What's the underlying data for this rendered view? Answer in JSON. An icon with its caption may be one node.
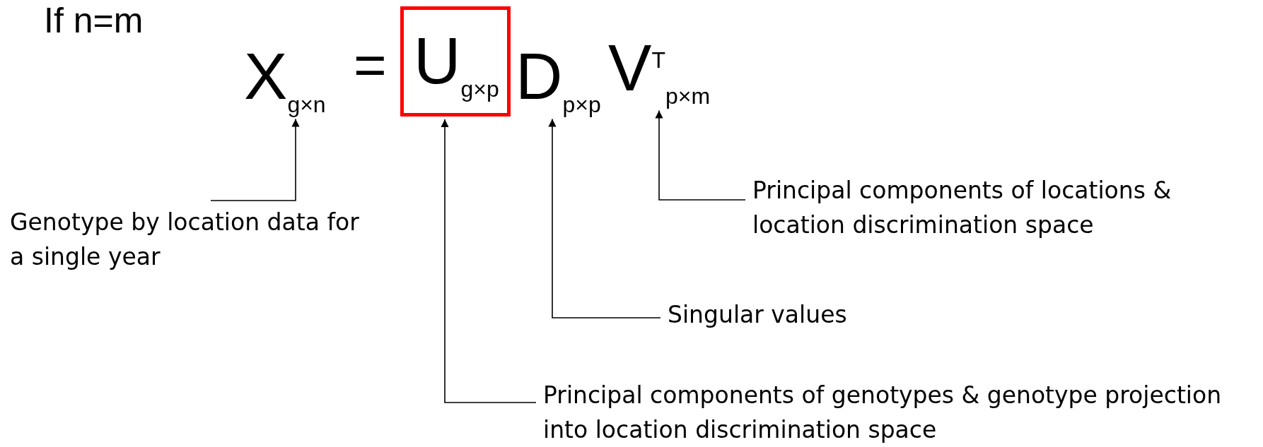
{
  "diagram": {
    "nodes": [
      {
        "text": [
          "X$_{g×n}$"
        ]
      },
      {
        "text": [
          "U$_{g×p}$"
        ]
      },
      {
        "text": [
          "D$_{p×p}$"
        ]
      },
      {
        "text": [
          "V$^{T}$$_{p×m}$"
        ]
      },
      {
        "text": [
          "Genotype by location data for a single year"
        ]
      },
      {
        "text": [
          "Principal components of locations & location discrimination space"
        ]
      },
      {
        "text": [
          "Singular values"
        ]
      },
      {
        "text": [
          "Principal components of genotypes & genotype projection into location discrimination space"
        ]
      }
    ],
    "edges": [
      {
        "from": 4,
        "to": 0,
        "arrow": "to"
      },
      {
        "from": 5,
        "to": 3,
        "arrow": "to"
      },
      {
        "from": 6,
        "to": 2,
        "arrow": "to"
      },
      {
        "from": 7,
        "to": 1,
        "arrow": "to"
      }
    ],
    "labels": [
      "If n=m",
      "="
    ]
  }
}
